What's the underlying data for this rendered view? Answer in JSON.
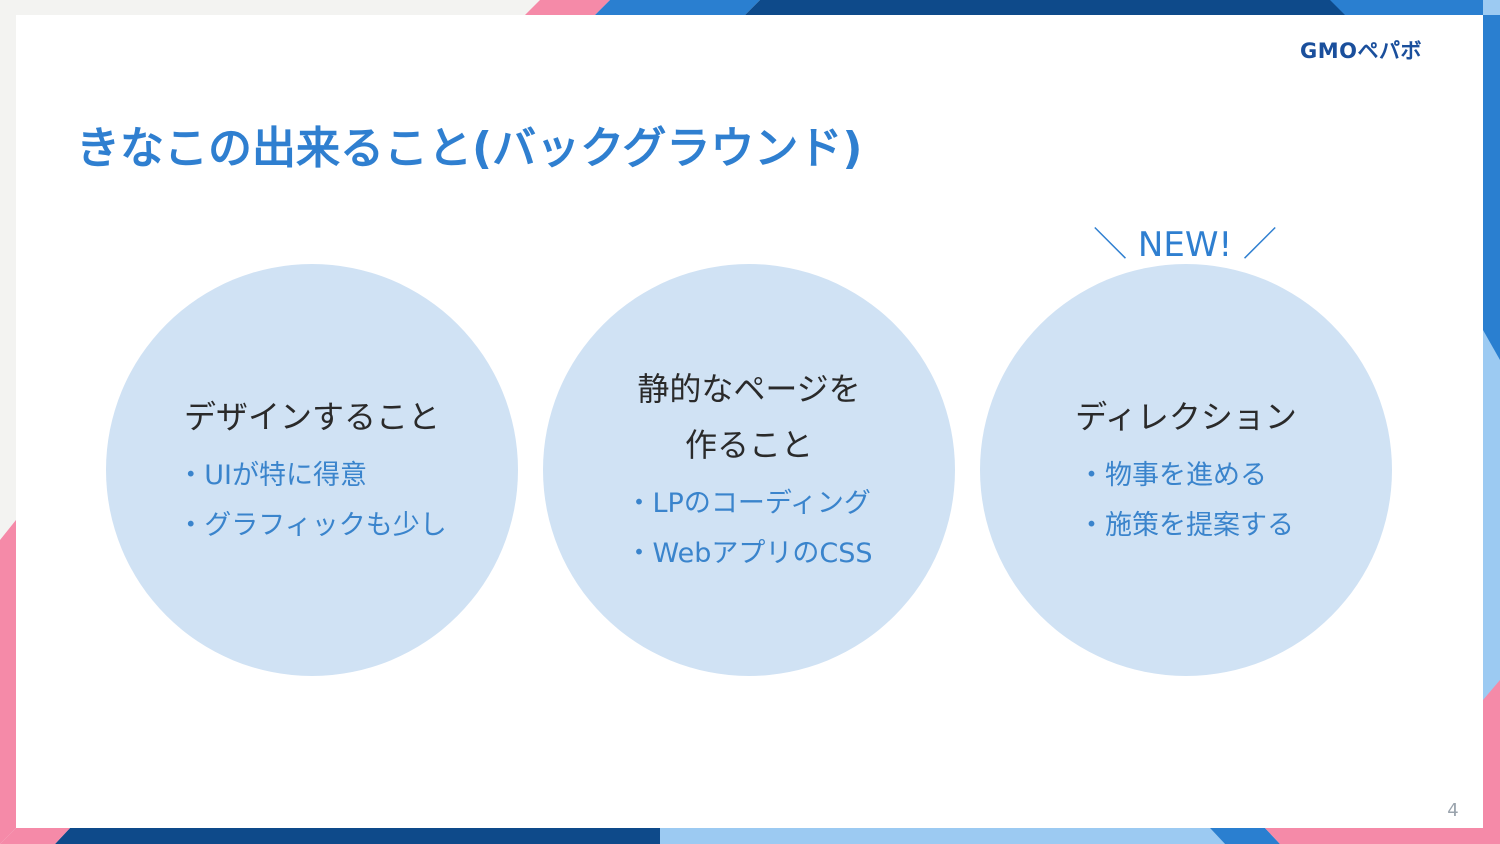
{
  "slide": {
    "logo_text": "GMOペパボ",
    "title": "きなこの出来ること(バックグラウンド)",
    "new_badge": "＼ NEW! ／",
    "page_number": "4"
  },
  "circles": [
    {
      "heading": [
        "デザインすること"
      ],
      "bullets": [
        "・UIが特に得意",
        "・グラフィックも少し"
      ]
    },
    {
      "heading": [
        "静的なページを",
        "作ること"
      ],
      "bullets": [
        "・LPのコーディング",
        "・WebアプリのCSS"
      ]
    },
    {
      "heading": [
        "ディレクション"
      ],
      "bullets": [
        "・物事を進める",
        "・施策を提案する"
      ]
    }
  ],
  "colors": {
    "title": "#2f7fd0",
    "circle_fill": "#d0e2f4",
    "bullet_text": "#3a84cc",
    "heading_text": "#2a2a2a",
    "frame_navy": "#0e4a8a",
    "frame_blue": "#2a7fd0",
    "frame_pink": "#f58aa8",
    "frame_light_blue": "#9ccaf2"
  }
}
